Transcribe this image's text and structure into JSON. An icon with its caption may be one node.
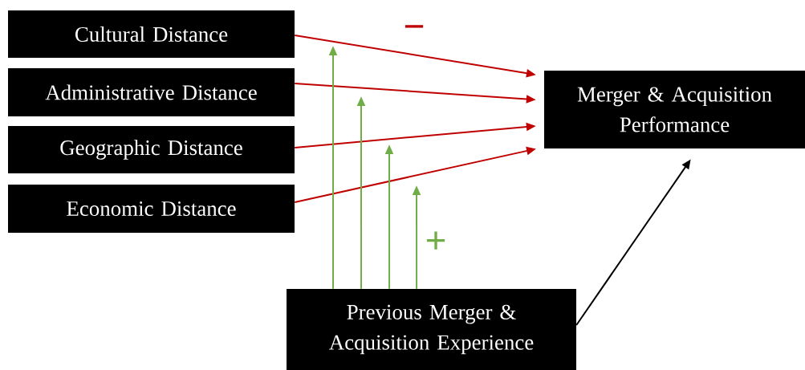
{
  "diagram": {
    "nodes": [
      {
        "text": [
          "Cultural Distance"
        ]
      },
      {
        "text": [
          "Administrative Distance"
        ]
      },
      {
        "text": [
          "Geographic Distance"
        ]
      },
      {
        "text": [
          "Economic Distance"
        ]
      },
      {
        "text": [
          "Merger & Acquisition Performance"
        ]
      },
      {
        "text": [
          "Previous Merger & Acquisition Experience"
        ]
      }
    ],
    "edges": [
      {
        "from": 0,
        "to": 4,
        "arrow": "to",
        "color": "#c00000"
      },
      {
        "from": 1,
        "to": 4,
        "arrow": "to",
        "color": "#c00000"
      },
      {
        "from": 2,
        "to": 4,
        "arrow": "to",
        "color": "#c00000"
      },
      {
        "from": 3,
        "to": 4,
        "arrow": "to",
        "color": "#c00000"
      },
      {
        "from": 5,
        "to": null,
        "arrow": "to",
        "color": "#70ad47"
      },
      {
        "from": 5,
        "to": null,
        "arrow": "to",
        "color": "#70ad47"
      },
      {
        "from": 5,
        "to": null,
        "arrow": "to",
        "color": "#70ad47"
      },
      {
        "from": 5,
        "to": null,
        "arrow": "to",
        "color": "#70ad47"
      },
      {
        "from": 5,
        "to": 4,
        "arrow": "to",
        "color": "#000000"
      }
    ],
    "labels": [
      "−",
      "+"
    ]
  }
}
